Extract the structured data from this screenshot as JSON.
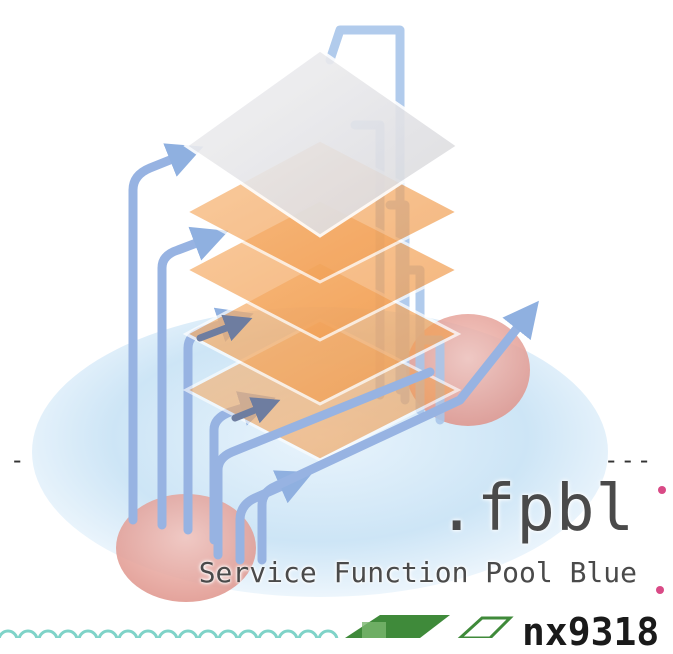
{
  "title": ".fpbl",
  "subtitle": "Service Function Pool Blue",
  "dashes": {
    "left": "-",
    "right": "---"
  },
  "bottom_label": "nx9318",
  "colors": {
    "ellipse": "#cfe6f7",
    "orange_layer": "#f5a45c",
    "top_layer": "#e4e4e8",
    "arrow": "#8fb0e0",
    "pink_pad": "#e39a90",
    "dot": "#d94a86",
    "chip": "#3f8a3a",
    "coil": "#7fd3c8"
  },
  "icons": [
    "stacked-layers-icon",
    "routing-arrows-icon",
    "chip-icon"
  ]
}
